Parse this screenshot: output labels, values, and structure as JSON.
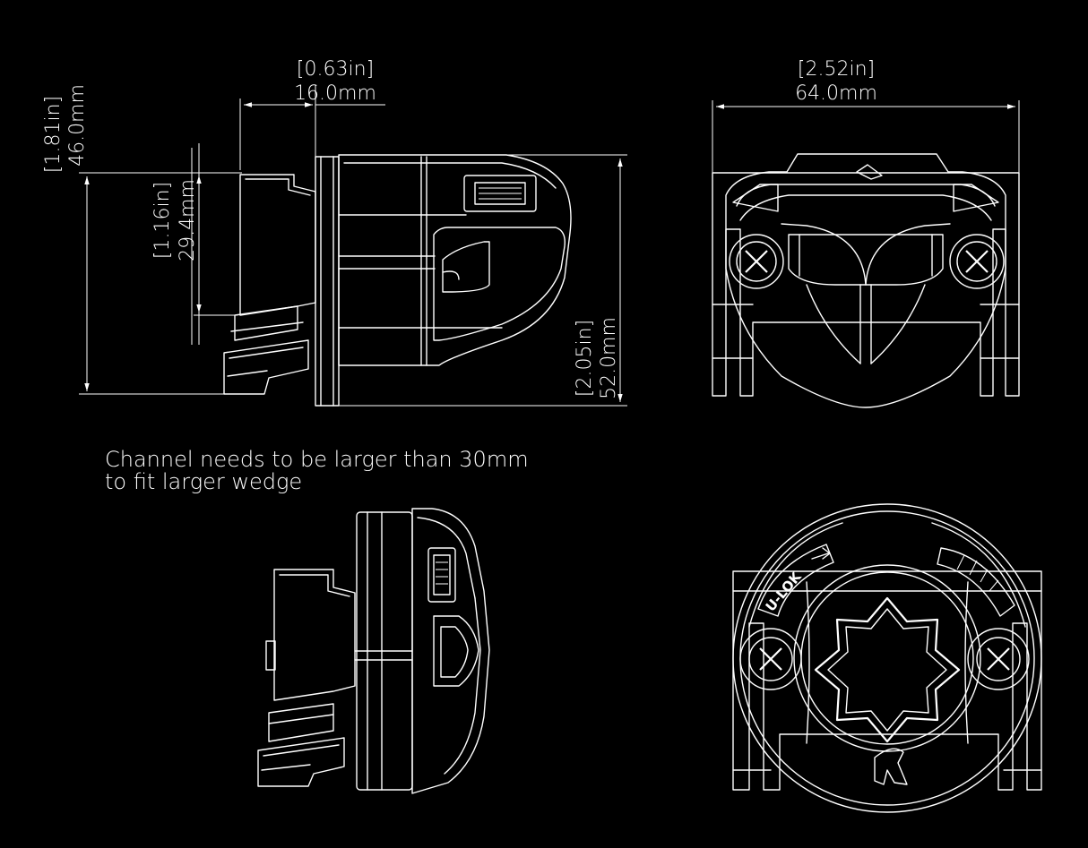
{
  "dimensions": {
    "depth": {
      "in": "[0.63in]",
      "mm": "16.0mm"
    },
    "width": {
      "in": "[2.52in]",
      "mm": "64.0mm"
    },
    "overall_height": {
      "in": "[1.81in]",
      "mm": "46.0mm"
    },
    "wedge_height": {
      "in": "[1.16in]",
      "mm": "29.4mm"
    },
    "body_height": {
      "in": "[2.05in]",
      "mm": "52.0mm"
    }
  },
  "note": {
    "line1": "Channel needs to be larger than 30mm",
    "line2": "to fit larger wedge"
  },
  "brand_label": "U-LOK"
}
